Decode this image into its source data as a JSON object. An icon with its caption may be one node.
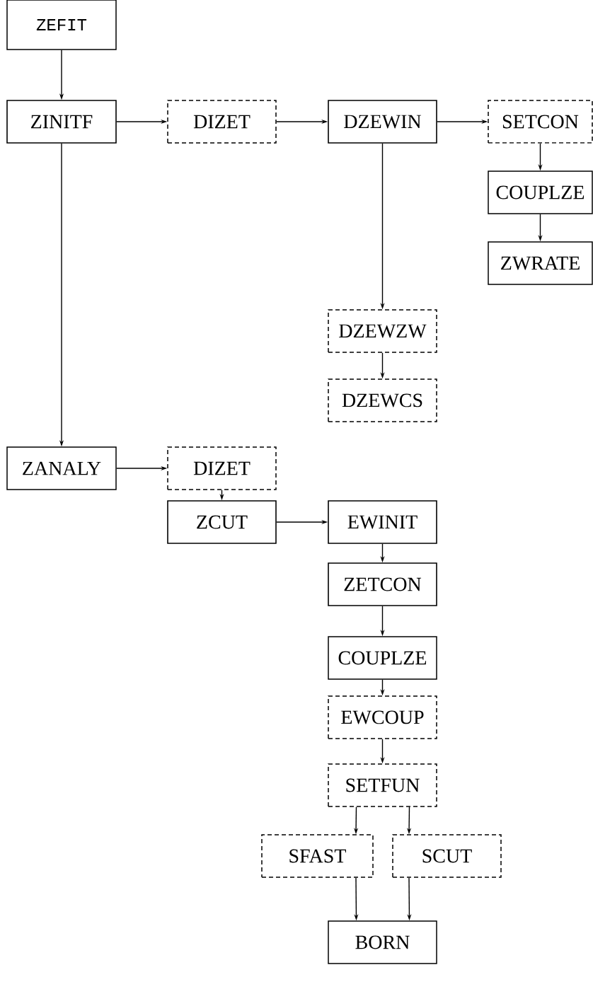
{
  "diagram": {
    "nodes": [
      {
        "text": [
          "ZEFIT"
        ]
      },
      {
        "text": [
          "ZINITF"
        ]
      },
      {
        "text": [
          "DIZET"
        ]
      },
      {
        "text": [
          "DZEWIN"
        ]
      },
      {
        "text": [
          "SETCON"
        ]
      },
      {
        "text": [
          "COUPLZE"
        ]
      },
      {
        "text": [
          "ZWRATE"
        ]
      },
      {
        "text": [
          "DZEWZW"
        ]
      },
      {
        "text": [
          "DZEWCS"
        ]
      },
      {
        "text": [
          "ZANALY"
        ]
      },
      {
        "text": [
          "DIZET"
        ]
      },
      {
        "text": [
          "ZCUT"
        ]
      },
      {
        "text": [
          "EWINIT"
        ]
      },
      {
        "text": [
          "ZETCON"
        ]
      },
      {
        "text": [
          "COUPLZE"
        ]
      },
      {
        "text": [
          "EWCOUP"
        ]
      },
      {
        "text": [
          "SETFUN"
        ]
      },
      {
        "text": [
          "SFAST"
        ]
      },
      {
        "text": [
          "SCUT"
        ]
      },
      {
        "text": [
          "BORN"
        ]
      }
    ],
    "edges": [
      {
        "from": 0,
        "to": 1,
        "arrow": "to"
      },
      {
        "from": 1,
        "to": 2,
        "arrow": "to"
      },
      {
        "from": 2,
        "to": 3,
        "arrow": "to"
      },
      {
        "from": 3,
        "to": 4,
        "arrow": "to"
      },
      {
        "from": 4,
        "to": 5,
        "arrow": "to"
      },
      {
        "from": 5,
        "to": 6,
        "arrow": "to"
      },
      {
        "from": 3,
        "to": 7,
        "arrow": "to"
      },
      {
        "from": 7,
        "to": 8,
        "arrow": "to"
      },
      {
        "from": 1,
        "to": 9,
        "arrow": "to"
      },
      {
        "from": 9,
        "to": 10,
        "arrow": "to"
      },
      {
        "from": 10,
        "to": 11,
        "arrow": "to"
      },
      {
        "from": 11,
        "to": 12,
        "arrow": "to"
      },
      {
        "from": 12,
        "to": 13,
        "arrow": "to"
      },
      {
        "from": 13,
        "to": 14,
        "arrow": "to"
      },
      {
        "from": 14,
        "to": 15,
        "arrow": "to"
      },
      {
        "from": 15,
        "to": 16,
        "arrow": "to"
      },
      {
        "from": 16,
        "to": 17,
        "arrow": "to"
      },
      {
        "from": 16,
        "to": 18,
        "arrow": "to"
      },
      {
        "from": 17,
        "to": 19,
        "arrow": "to"
      },
      {
        "from": 18,
        "to": 19,
        "arrow": "to"
      }
    ]
  }
}
